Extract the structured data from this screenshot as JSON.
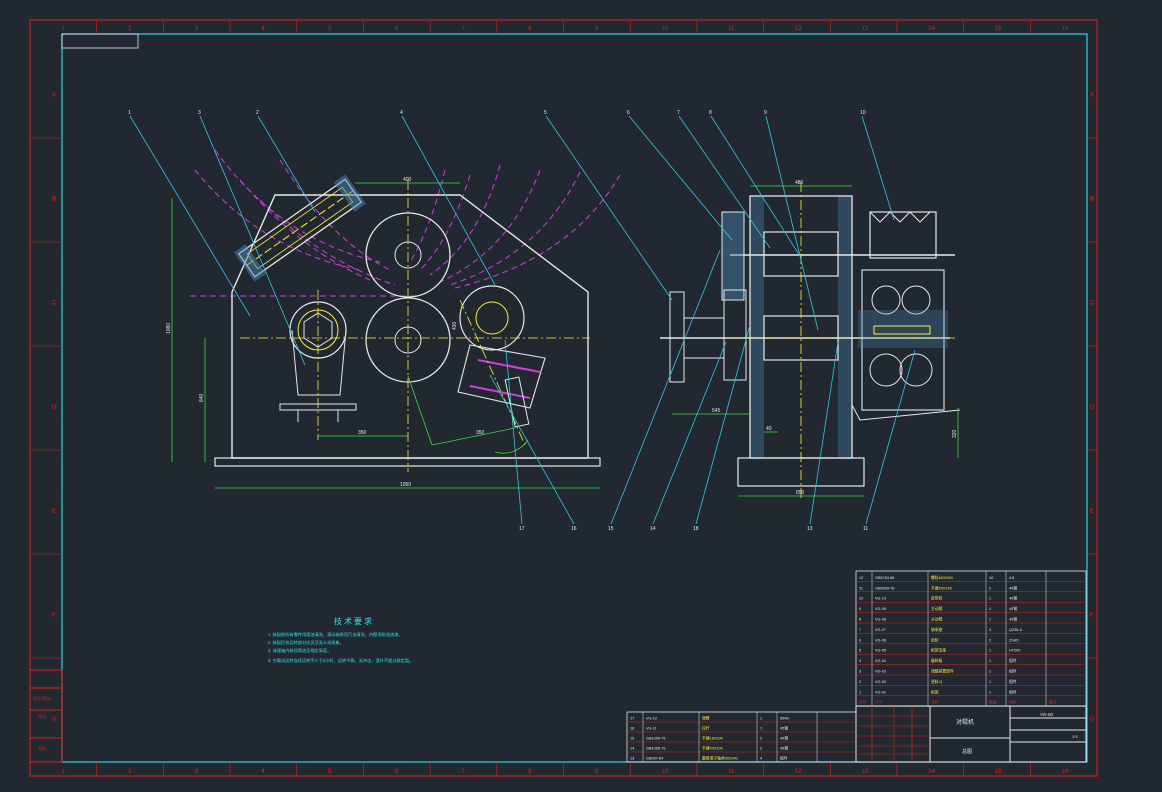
{
  "colors": {
    "background": "#212830",
    "border_red": "#e02020",
    "frame_cyan": "#2ed3e6",
    "body_white": "#e8e8e8",
    "centerline_yellow": "#ffee33",
    "dimension_green": "#33dd44",
    "motion_magenta": "#d23be0",
    "leader_cyan": "#30c8e0",
    "hatch_blue": "#4a88b8"
  },
  "zones": {
    "columns": [
      "1",
      "2",
      "3",
      "4",
      "5",
      "6",
      "7",
      "8",
      "9",
      "10",
      "11",
      "12",
      "13",
      "14",
      "15",
      "16"
    ],
    "rows": [
      "A",
      "B",
      "C",
      "D",
      "E",
      "F",
      "G"
    ]
  },
  "callouts_top": [
    "1",
    "3",
    "2",
    "4",
    "5",
    "6",
    "7",
    "8",
    "9",
    "10"
  ],
  "callouts_bottom": [
    "17",
    "16",
    "15",
    "14",
    "18",
    "13",
    "11"
  ],
  "dimensions": {
    "top_width": "400",
    "overall_length": "1050",
    "left_height": "1080",
    "mid_height": "840",
    "shaft_offset": "350",
    "angle_dim": "350",
    "small_dim": "430",
    "right_width": "480",
    "right_span": "545",
    "right_bottom": "850",
    "right_40": "40",
    "right_height": "320"
  },
  "tech_requirements": {
    "title": "技术要求",
    "items": [
      "1. 装配前所有零件用煤油清洗，滚动轴承用汽油清洗，内壁涂耐油油漆。",
      "2. 装配后各运转部分应灵活无卡滞现象。",
      "3. 减速箱内装润滑油至规定高度。",
      "4. 空载试运转连续运转不少于2小时，运转平稳，无冲击，温升不超过规定值。"
    ]
  },
  "bom_upper": [
    [
      "12",
      "GB5783-86",
      "螺栓M20X60",
      "10",
      "4.8",
      ""
    ],
    [
      "11",
      "GB5939-76",
      "平键20X145",
      "2",
      "45钢",
      ""
    ],
    [
      "10",
      "VG-10",
      "皮带轮",
      "1",
      "45钢",
      ""
    ],
    [
      "9",
      "VG-09",
      "主动辊",
      "1",
      "45钢",
      ""
    ],
    [
      "8",
      "VG-08",
      "从动辊",
      "1",
      "45钢",
      ""
    ],
    [
      "7",
      "VG-07",
      "轴承座",
      "4",
      "Q235-A",
      ""
    ],
    [
      "6",
      "VG-06",
      "齿轮",
      "2",
      "ZG45",
      ""
    ],
    [
      "5",
      "VG-05",
      "机架支座",
      "1",
      "HT200",
      ""
    ],
    [
      "4",
      "VG-04",
      "破碎板",
      "1",
      "组件",
      ""
    ],
    [
      "3",
      "VG-03",
      "调整装置部件",
      "1",
      "组件",
      ""
    ],
    [
      "2",
      "VG-02",
      "进料斗",
      "1",
      "组件",
      ""
    ],
    [
      "1",
      "VG-01",
      "机架",
      "1",
      "组件",
      ""
    ]
  ],
  "bom_upper_header": [
    "序号",
    "代号",
    "名称",
    "数量",
    "材料",
    "备注"
  ],
  "bom_lower": [
    [
      "17",
      "VG-12",
      "弹簧",
      "1",
      "65Mn",
      ""
    ],
    [
      "16",
      "VG-11",
      "拉杆",
      "1",
      "45钢",
      ""
    ],
    [
      "15",
      "GB1096-79",
      "平键18X100",
      "2",
      "45钢",
      ""
    ],
    [
      "14",
      "GB1096-79",
      "平键20X100",
      "2",
      "45钢",
      ""
    ],
    [
      "13",
      "GB297-84",
      "圆锥滚子轴承30224E",
      "4",
      "组件",
      ""
    ]
  ],
  "title_block": {
    "drawing_name": "对辊机",
    "drawing_no": "VG-00",
    "scale": "1:5",
    "unit": "总图"
  },
  "left_stamp": [
    "设计(签名)",
    "校对",
    "审核"
  ]
}
